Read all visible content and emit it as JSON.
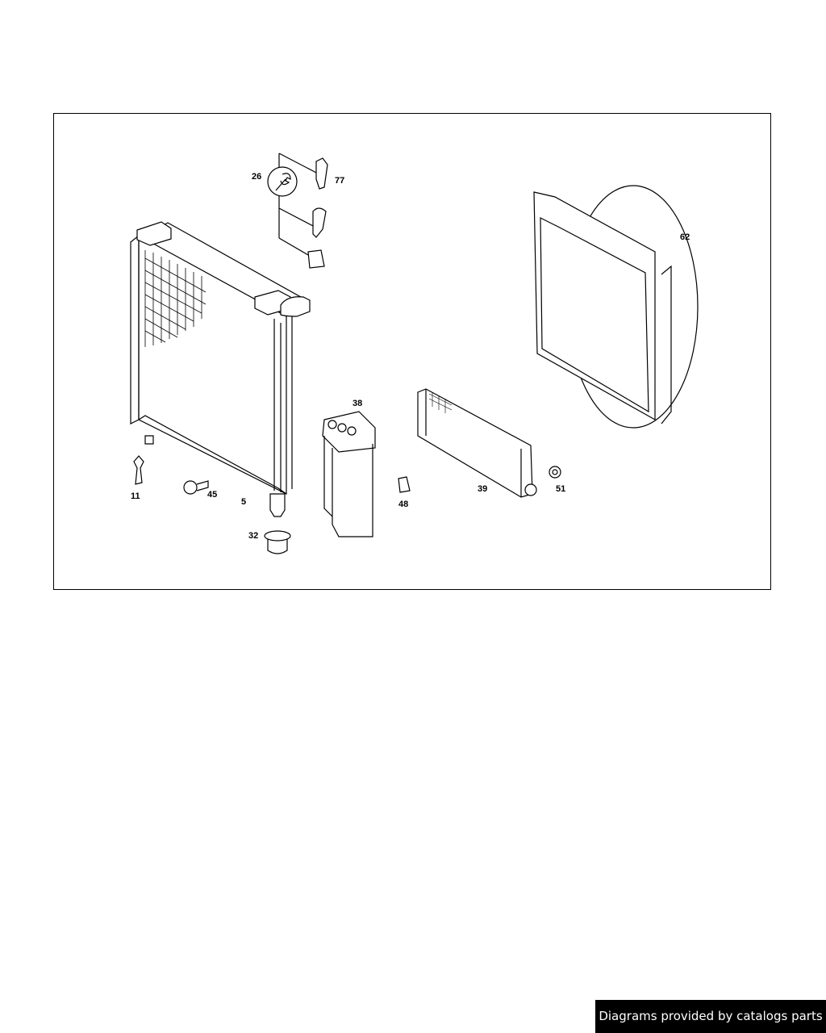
{
  "diagram": {
    "callouts": [
      {
        "id": "26",
        "part": "service-tool-symbol"
      },
      {
        "id": "77",
        "part": "clip"
      },
      {
        "id": "62",
        "part": "fan-shroud"
      },
      {
        "id": "38",
        "part": "auxiliary-cooler"
      },
      {
        "id": "39",
        "part": "oil-cooler"
      },
      {
        "id": "11",
        "part": "drain-plug"
      },
      {
        "id": "45",
        "part": "bolt"
      },
      {
        "id": "5",
        "part": "radiator"
      },
      {
        "id": "48",
        "part": "nut"
      },
      {
        "id": "51",
        "part": "grommet"
      },
      {
        "id": "32",
        "part": "rubber-mount"
      }
    ]
  },
  "footer": {
    "text": "Diagrams provided by catalogs parts"
  },
  "colors": {
    "line": "#000000",
    "footer_bg": "#000000",
    "footer_text": "#ffffff"
  }
}
